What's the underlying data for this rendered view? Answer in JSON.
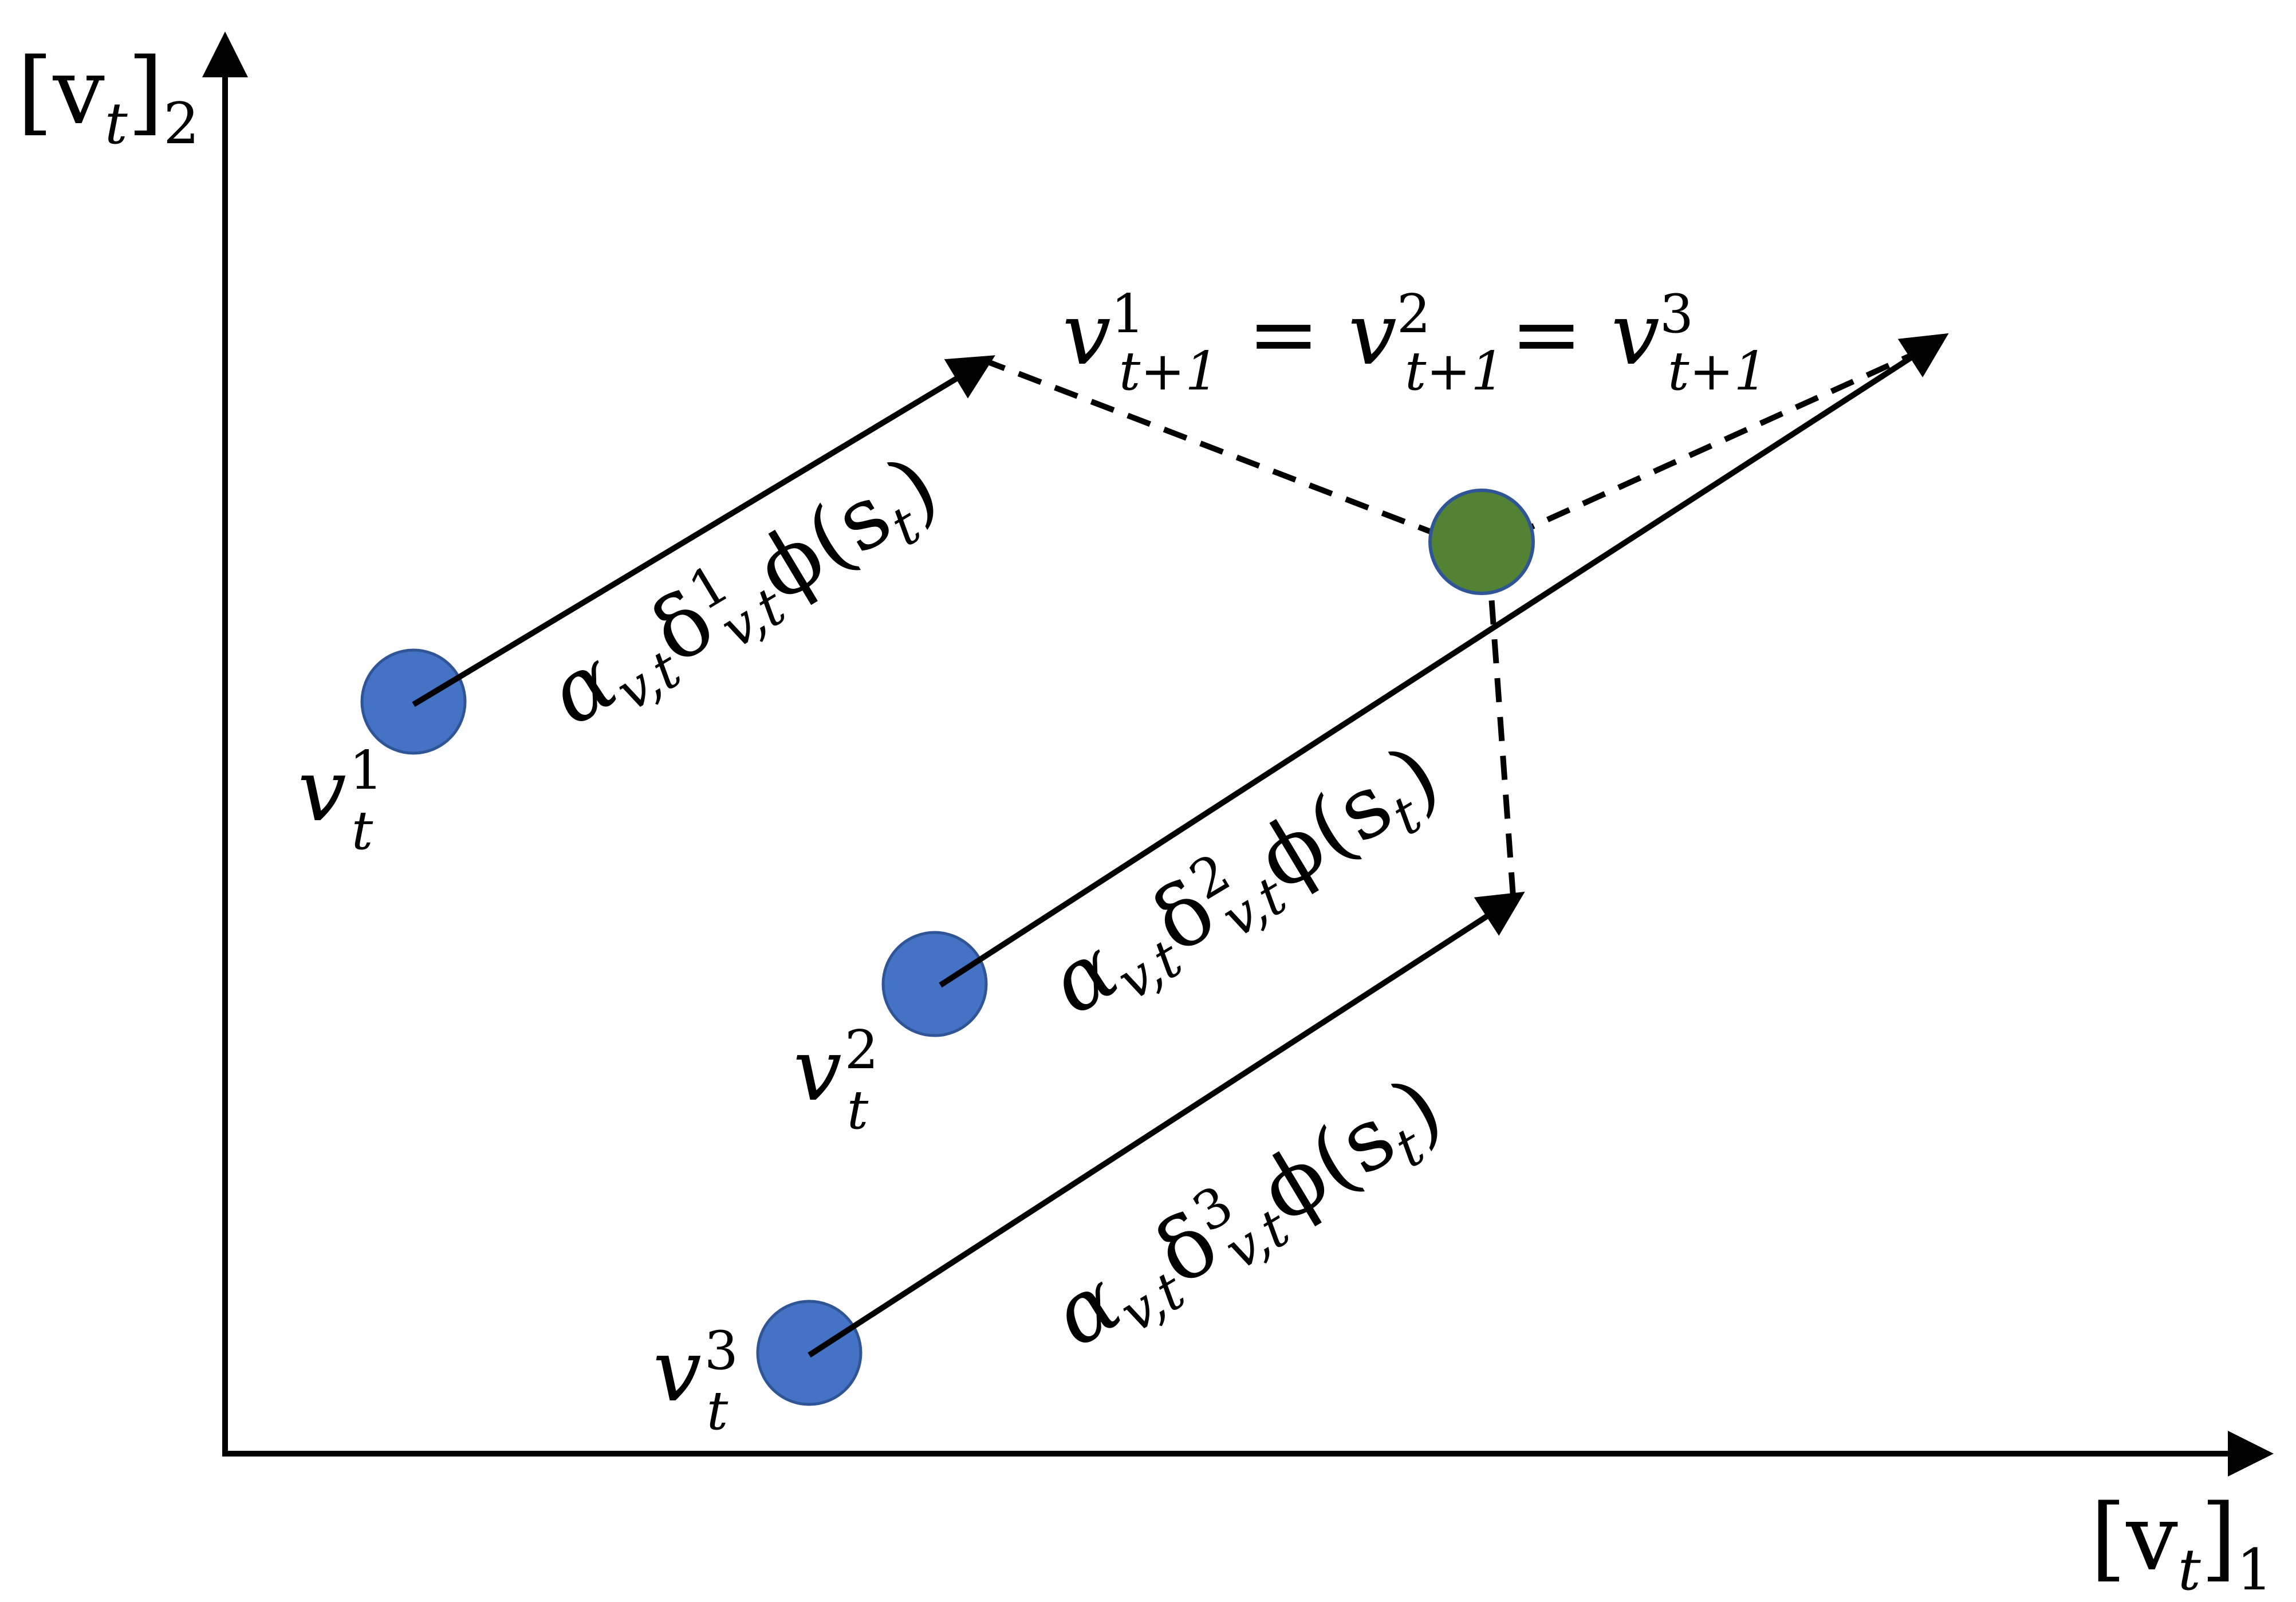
{
  "axes": {
    "x_label": {
      "base": "[v",
      "sub": "t",
      "close": "]",
      "index": "1"
    },
    "y_label": {
      "base": "[v",
      "sub": "t",
      "close": "]",
      "index": "2"
    }
  },
  "points": [
    {
      "name": "v",
      "sup": "1",
      "sub": "t",
      "color": "#4472C4"
    },
    {
      "name": "v",
      "sup": "2",
      "sub": "t",
      "color": "#4472C4"
    },
    {
      "name": "v",
      "sup": "3",
      "sub": "t",
      "color": "#4472C4"
    }
  ],
  "target": {
    "color": "#548235",
    "outline": "#2F5597"
  },
  "updates": [
    {
      "alpha": "α",
      "alpha_sub": "v,t",
      "delta": "δ",
      "delta_sup": "1",
      "delta_sub": "v,t",
      "phi": "ϕ(s",
      "phi_sub": "t",
      "close": ")"
    },
    {
      "alpha": "α",
      "alpha_sub": "v,t",
      "delta": "δ",
      "delta_sup": "2",
      "delta_sub": "v,t",
      "phi": "ϕ(s",
      "phi_sub": "t",
      "close": ")"
    },
    {
      "alpha": "α",
      "alpha_sub": "v,t",
      "delta": "δ",
      "delta_sup": "3",
      "delta_sub": "v,t",
      "phi": "ϕ(s",
      "phi_sub": "t",
      "close": ")"
    }
  ],
  "equation": {
    "v": "v",
    "sub": "t+1",
    "sup1": "1",
    "sup2": "2",
    "sup3": "3",
    "eq": "="
  }
}
